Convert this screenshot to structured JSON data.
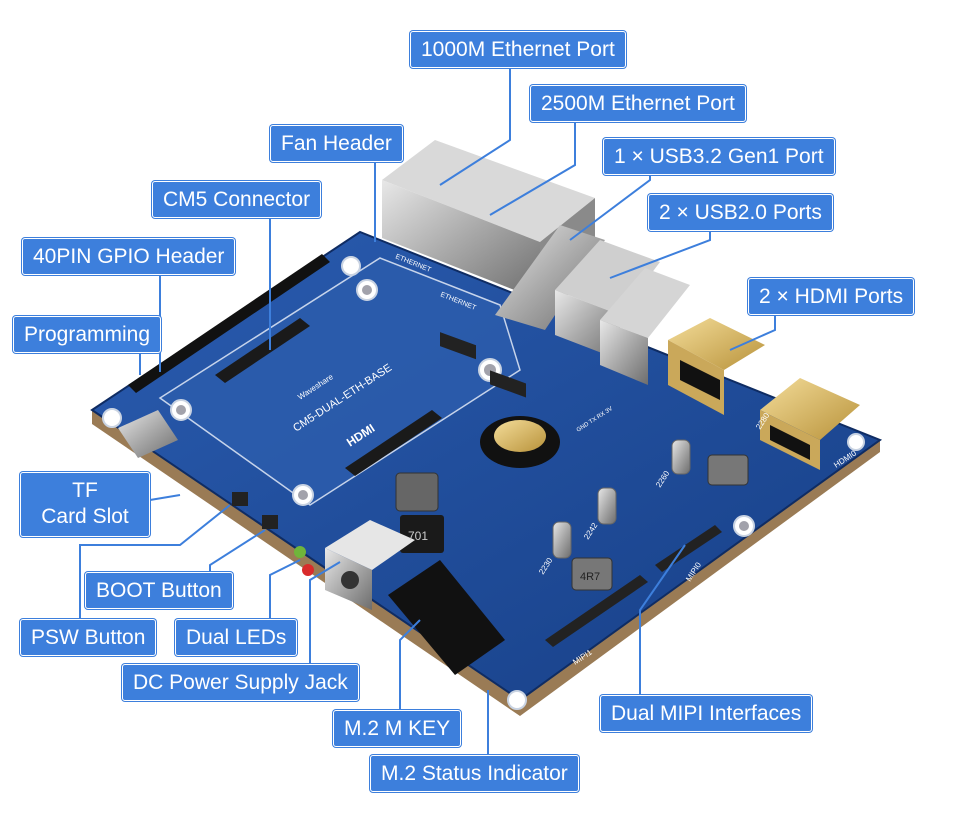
{
  "labels": {
    "eth1000": "1000M Ethernet Port",
    "eth2500": "2500M Ethernet Port",
    "usb32": "1 × USB3.2 Gen1 Port",
    "usb20": "2 × USB2.0 Ports",
    "hdmi": "2 × HDMI Ports",
    "fan": "Fan Header",
    "cm5": "CM5 Connector",
    "gpio": "40PIN GPIO Header",
    "programming": "Programming",
    "tf_line1": "TF",
    "tf_line2": "Card Slot",
    "boot": "BOOT Button",
    "psw": "PSW Button",
    "leds": "Dual LEDs",
    "dc": "DC Power Supply Jack",
    "m2key": "M.2 M KEY",
    "m2status": "M.2 Status Indicator",
    "mipi": "Dual MIPI Interfaces"
  },
  "board_print": {
    "model": "CM5-DUAL-ETH-BASE",
    "brand": "Waveshare",
    "hdmi_mark": "HDMI",
    "hdmi0_mark": "HDMI0",
    "mipi0_mark": "MIPI0",
    "mipi1_mark": "MIPI1",
    "inductor_text": "701",
    "inductor_text2": "4R7",
    "part_2242": "2242",
    "part_2260": "2260",
    "part_2280": "2280",
    "part_2230": "2230",
    "eth_mark1": "ETHERNET",
    "eth_mark2": "ETHERNET",
    "uart_pins": "GND TX RX 3V"
  },
  "colors": {
    "callout_bg": "#3d7fdc",
    "callout_text": "#ffffff",
    "leader_line": "#3d7fdc",
    "pcb_blue": "#1e4d9c",
    "pcb_dark": "#163a78"
  }
}
